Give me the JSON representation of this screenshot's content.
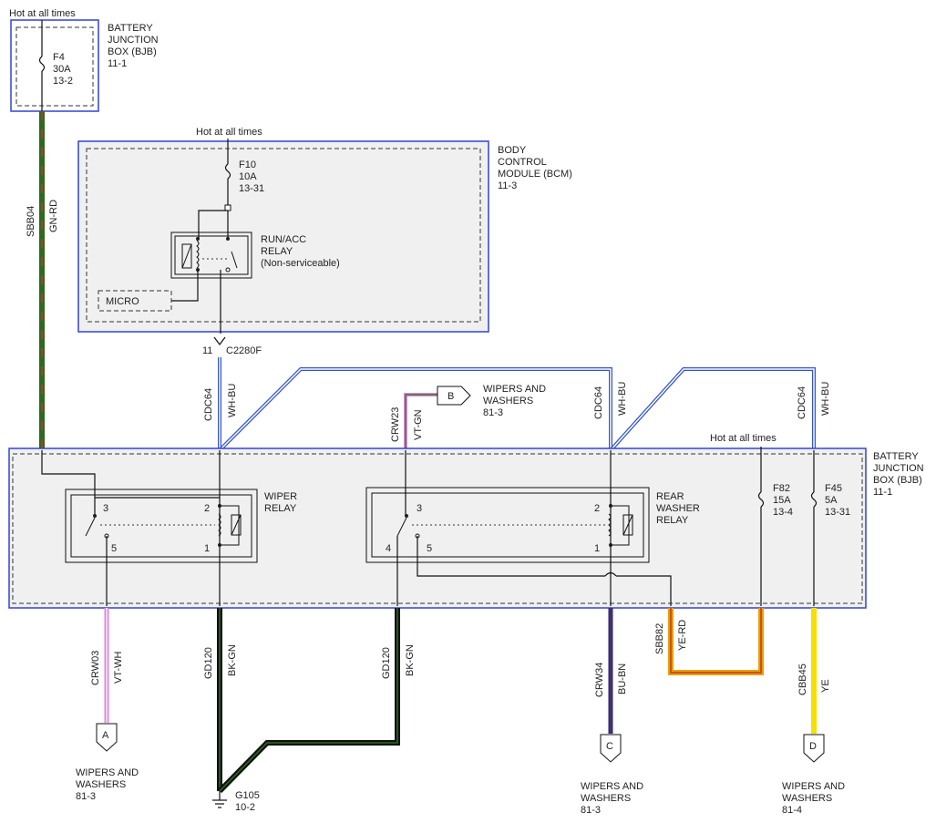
{
  "bjb_top": {
    "hot_label": "Hot at all times",
    "title_lines": [
      "BATTERY",
      "JUNCTION",
      "BOX (BJB)",
      "11-1"
    ],
    "fuse": [
      "F4",
      "30A",
      "13-2"
    ]
  },
  "bcm": {
    "hot_label": "Hot at all times",
    "title_lines": [
      "BODY",
      "CONTROL",
      "MODULE (BCM)",
      "11-3"
    ],
    "fuse": [
      "F10",
      "10A",
      "13-31"
    ],
    "relay_lines": [
      "RUN/ACC",
      "RELAY",
      "(Non-serviceable)"
    ],
    "micro_label": "MICRO"
  },
  "connector": {
    "pin": "11",
    "name": "C2280F"
  },
  "bjb_main": {
    "title_lines": [
      "BATTERY",
      "JUNCTION",
      "BOX (BJB)",
      "11-1"
    ],
    "hot_label": "Hot at all times",
    "wiper_relay_lines": [
      "WIPER",
      "RELAY"
    ],
    "wiper_pins": [
      "3",
      "2",
      "5",
      "1"
    ],
    "rear_relay_lines": [
      "REAR",
      "WASHER",
      "RELAY"
    ],
    "rear_pins": [
      "3",
      "2",
      "4",
      "5",
      "1"
    ],
    "fuse_f82": [
      "F82",
      "15A",
      "13-4"
    ],
    "fuse_f45": [
      "F45",
      "5A",
      "13-31"
    ]
  },
  "wires": {
    "sbb04": {
      "circuit": "SBB04",
      "color": "GN-RD"
    },
    "cdc64_1": {
      "circuit": "CDC64",
      "color": "WH-BU"
    },
    "crw23": {
      "circuit": "CRW23",
      "color": "VT-GN"
    },
    "cdc64_2": {
      "circuit": "CDC64",
      "color": "WH-BU"
    },
    "cdc64_3": {
      "circuit": "CDC64",
      "color": "WH-BU"
    },
    "crw03": {
      "circuit": "CRW03",
      "color": "VT-WH"
    },
    "gd120_1": {
      "circuit": "GD120",
      "color": "BK-GN"
    },
    "gd120_2": {
      "circuit": "GD120",
      "color": "BK-GN"
    },
    "crw34": {
      "circuit": "CRW34",
      "color": "BU-BN"
    },
    "sbb82": {
      "circuit": "SBB82",
      "color": "YE-RD"
    },
    "cbb45": {
      "circuit": "CBB45",
      "color": "YE"
    }
  },
  "refs": {
    "a": {
      "letter": "A",
      "lines": [
        "WIPERS AND",
        "WASHERS",
        "81-3"
      ]
    },
    "b": {
      "letter": "B",
      "lines": [
        "WIPERS AND",
        "WASHERS",
        "81-3"
      ]
    },
    "c": {
      "letter": "C",
      "lines": [
        "WIPERS AND",
        "WASHERS",
        "81-3"
      ]
    },
    "d": {
      "letter": "D",
      "lines": [
        "WIPERS AND",
        "WASHERS",
        "81-4"
      ]
    }
  },
  "ground": {
    "name": "G105",
    "ref": "10-2"
  },
  "colors": {
    "box_border": "#3344cc",
    "box_fill": "#f0f0f0",
    "green": "#2d6a1f",
    "red": "#c0392b",
    "black": "#111111",
    "blue": "#3355cc",
    "violet": "#d98ad8",
    "yellow": "#f5e000",
    "orange": "#e8a000",
    "navy": "#2a2a9a"
  }
}
